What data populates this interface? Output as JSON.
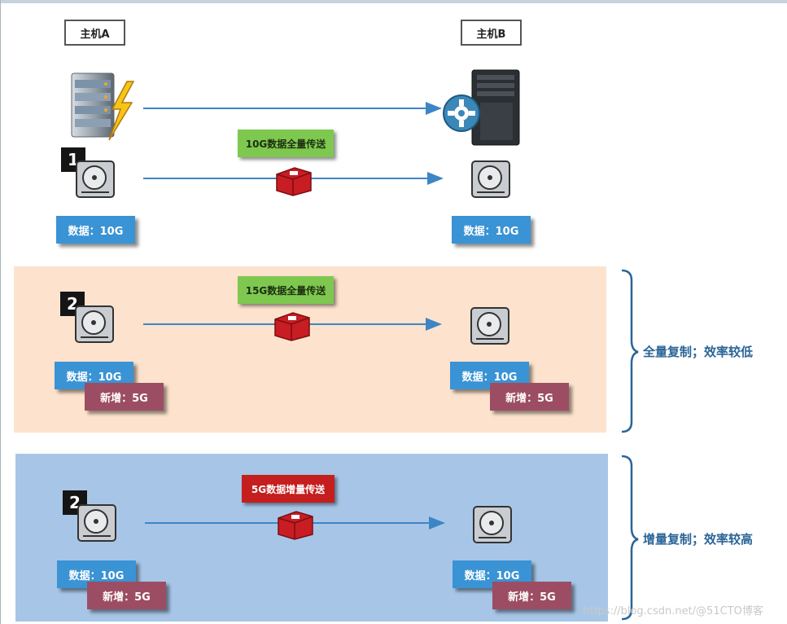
{
  "host_a": "主机A",
  "host_b": "主机B",
  "step1": {
    "badge": "1",
    "tag": "10G数据全量传送",
    "a_data": "数据：10G",
    "b_data": "数据：10G"
  },
  "step2_full": {
    "badge": "2",
    "tag": "15G数据全量传送",
    "a_data": "数据：10G",
    "a_new": "新增：5G",
    "b_data": "数据：10G",
    "b_new": "新增：5G",
    "note": "全量复制；效率较低"
  },
  "step2_inc": {
    "badge": "2",
    "tag": "5G数据增量传送",
    "a_data": "数据：10G",
    "a_new": "新增：5G",
    "b_data": "数据：10G",
    "b_new": "新增：5G",
    "note": "增量复制；效率较高"
  },
  "watermark": "https://blog.csdn.net/@51CTO博客",
  "colors": {
    "arrow": "#3d86c6",
    "blue_label": "#3a93d4",
    "new_label": "#9c4d63",
    "green_tag": "#7ec850",
    "red_tag": "#c41e1e",
    "full_band": "#fde3cd",
    "inc_band": "#a7c6e7",
    "brace": "#2a6597"
  },
  "icons": [
    "server-icon",
    "lightning-icon",
    "tower-server-icon",
    "gear-icon",
    "hard-drive-icon",
    "red-box-icon"
  ]
}
